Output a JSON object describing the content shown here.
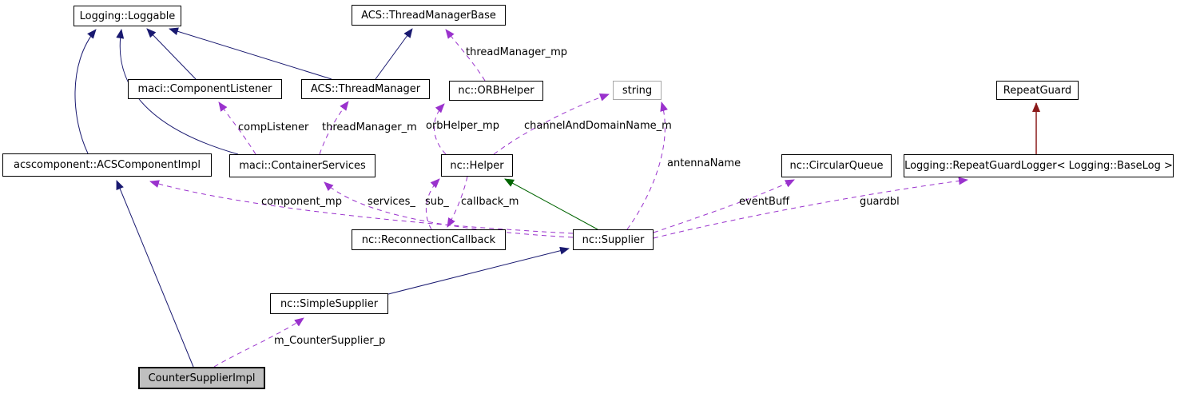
{
  "diagram": {
    "type": "collaboration-graph",
    "focus_class": "CounterSupplierImpl",
    "colors": {
      "inheritance_public": "#191970",
      "inheritance_protected": "#006400",
      "inheritance_private": "#8b1a1a",
      "usage": "#9a32cd",
      "node_border": "#000000",
      "external_node_border": "#a8a8a8",
      "focus_node_fill": "#bfbfbf"
    },
    "nodes": {
      "loggable": {
        "label": "Logging::Loggable"
      },
      "threadManagerBase": {
        "label": "ACS::ThreadManagerBase"
      },
      "componentListener": {
        "label": "maci::ComponentListener"
      },
      "threadManager": {
        "label": "ACS::ThreadManager"
      },
      "orbHelper": {
        "label": "nc::ORBHelper"
      },
      "string": {
        "label": "string"
      },
      "repeatGuard": {
        "label": "RepeatGuard"
      },
      "acsComponentImpl": {
        "label": "acscomponent::ACSComponentImpl"
      },
      "containerServices": {
        "label": "maci::ContainerServices"
      },
      "helper": {
        "label": "nc::Helper"
      },
      "circularQueue": {
        "label": "nc::CircularQueue"
      },
      "repeatGuardLogger": {
        "label": "Logging::RepeatGuardLogger< Logging::BaseLog >"
      },
      "reconnectionCallback": {
        "label": "nc::ReconnectionCallback"
      },
      "supplier": {
        "label": "nc::Supplier"
      },
      "simpleSupplier": {
        "label": "nc::SimpleSupplier"
      },
      "counterSupplierImpl": {
        "label": "CounterSupplierImpl"
      }
    },
    "edges": [
      {
        "from": "nc::ORBHelper",
        "to": "ACS::ThreadManagerBase",
        "label": "threadManager_mp",
        "type": "usage"
      },
      {
        "from": "maci::ContainerServices",
        "to": "maci::ComponentListener",
        "label": "compListener",
        "type": "usage"
      },
      {
        "from": "maci::ContainerServices",
        "to": "ACS::ThreadManager",
        "label": "threadManager_m",
        "type": "usage"
      },
      {
        "from": "nc::Helper",
        "to": "nc::ORBHelper",
        "label": "orbHelper_mp",
        "type": "usage"
      },
      {
        "from": "nc::Helper",
        "to": "string",
        "label": "channelAndDomainName_m",
        "type": "usage"
      },
      {
        "from": "nc::Supplier",
        "to": "string",
        "label": "antennaName",
        "type": "usage"
      },
      {
        "from": "nc::Supplier",
        "to": "acscomponent::ACSComponentImpl",
        "label": "component_mp",
        "type": "usage"
      },
      {
        "from": "nc::Supplier",
        "to": "maci::ContainerServices",
        "label": "services_",
        "type": "usage"
      },
      {
        "from": "nc::ReconnectionCallback",
        "to": "nc::Helper",
        "label": "sub_",
        "type": "usage"
      },
      {
        "from": "nc::Helper",
        "to": "nc::ReconnectionCallback",
        "label": "callback_m",
        "type": "usage"
      },
      {
        "from": "nc::Supplier",
        "to": "nc::CircularQueue",
        "label": "eventBuff",
        "type": "usage"
      },
      {
        "from": "nc::Supplier",
        "to": "Logging::RepeatGuardLogger< Logging::BaseLog >",
        "label": "guardbl",
        "type": "usage"
      },
      {
        "from": "CounterSupplierImpl",
        "to": "nc::SimpleSupplier",
        "label": "m_CounterSupplier_p",
        "type": "usage"
      },
      {
        "from": "maci::ComponentListener",
        "to": "Logging::Loggable",
        "type": "public-inheritance"
      },
      {
        "from": "maci::ContainerServices",
        "to": "Logging::Loggable",
        "type": "public-inheritance"
      },
      {
        "from": "acscomponent::ACSComponentImpl",
        "to": "Logging::Loggable",
        "type": "public-inheritance"
      },
      {
        "from": "ACS::ThreadManager",
        "to": "Logging::Loggable",
        "type": "public-inheritance"
      },
      {
        "from": "ACS::ThreadManager",
        "to": "ACS::ThreadManagerBase",
        "type": "public-inheritance"
      },
      {
        "from": "nc::SimpleSupplier",
        "to": "nc::Supplier",
        "type": "public-inheritance"
      },
      {
        "from": "CounterSupplierImpl",
        "to": "acscomponent::ACSComponentImpl",
        "type": "public-inheritance"
      },
      {
        "from": "nc::Supplier",
        "to": "nc::Helper",
        "type": "protected-inheritance"
      },
      {
        "from": "Logging::RepeatGuardLogger< Logging::BaseLog >",
        "to": "RepeatGuard",
        "type": "private-inheritance"
      }
    ]
  }
}
